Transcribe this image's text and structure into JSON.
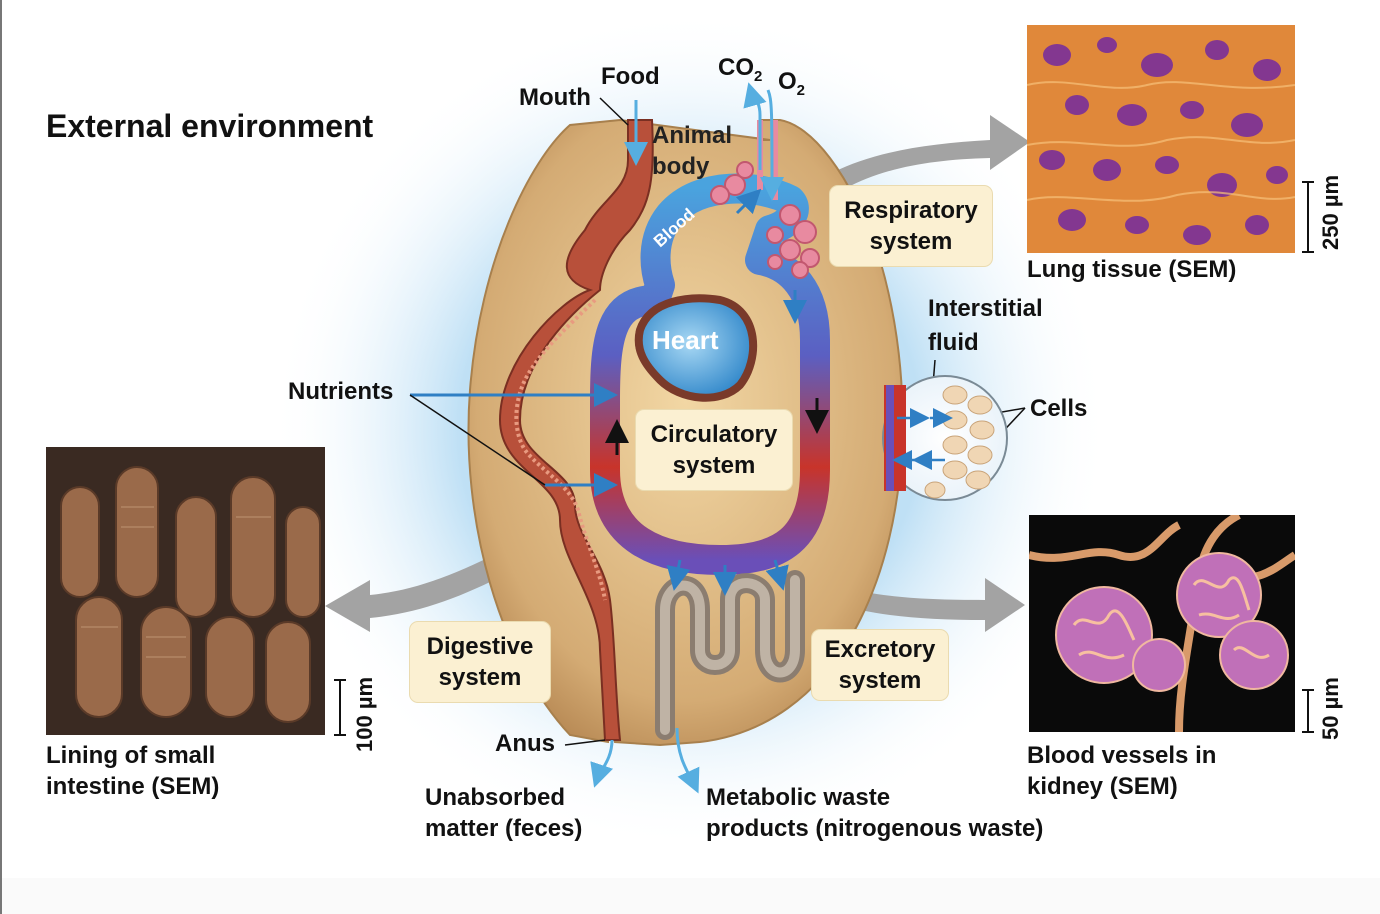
{
  "title": "External environment",
  "labels": {
    "mouth": "Mouth",
    "food": "Food",
    "co2": "CO",
    "co2_sub": "2",
    "o2": "O",
    "o2_sub": "2",
    "animal_body_1": "Animal",
    "animal_body_2": "body",
    "blood": "Blood",
    "heart": "Heart",
    "nutrients": "Nutrients",
    "interstitial_1": "Interstitial",
    "interstitial_2": "fluid",
    "cells": "Cells",
    "anus": "Anus",
    "unabsorbed_1": "Unabsorbed",
    "unabsorbed_2": "matter (feces)",
    "metabolic_1": "Metabolic waste",
    "metabolic_2": "products (nitrogenous waste)"
  },
  "systems": {
    "respiratory_1": "Respiratory",
    "respiratory_2": "system",
    "circulatory_1": "Circulatory",
    "circulatory_2": "system",
    "digestive_1": "Digestive",
    "digestive_2": "system",
    "excretory_1": "Excretory",
    "excretory_2": "system"
  },
  "photos": {
    "lung_caption": "Lung tissue (SEM)",
    "lung_scale": "250 µm",
    "intestine_caption_1": "Lining of small",
    "intestine_caption_2": "intestine (SEM)",
    "intestine_scale": "100 µm",
    "kidney_caption_1": "Blood vessels in",
    "kidney_caption_2": "kidney (SEM)",
    "kidney_scale": "50 µm"
  },
  "colors": {
    "body": "#d9b27a",
    "glow": "#bfe0f5",
    "blood_blue": "#4aa3de",
    "blood_red": "#c8342a",
    "gut": "#b8503a",
    "lung": "#e88aa0",
    "arrow_gray": "#a0a0a0",
    "kidney_tube": "#8b7d70"
  }
}
